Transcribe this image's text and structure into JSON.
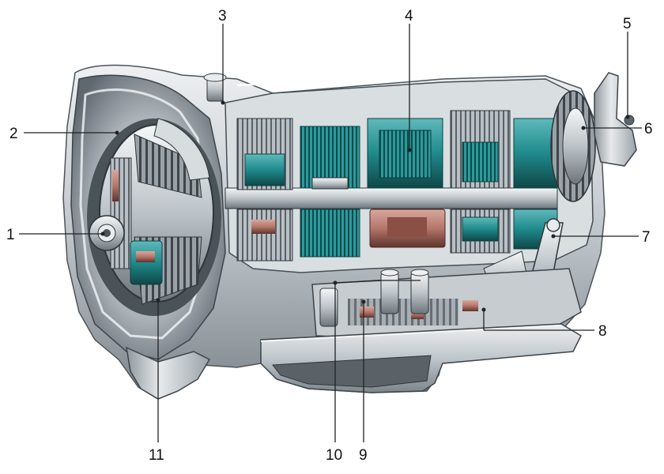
{
  "diagram": {
    "subject": "transmission-cutaway",
    "callouts": [
      {
        "id": "c1",
        "label": "1"
      },
      {
        "id": "c2",
        "label": "2"
      },
      {
        "id": "c3",
        "label": "3"
      },
      {
        "id": "c4",
        "label": "4"
      },
      {
        "id": "c5",
        "label": "5"
      },
      {
        "id": "c6",
        "label": "6"
      },
      {
        "id": "c7",
        "label": "7"
      },
      {
        "id": "c8",
        "label": "8"
      },
      {
        "id": "c9",
        "label": "9"
      },
      {
        "id": "c10",
        "label": "10"
      },
      {
        "id": "c11",
        "label": "11"
      }
    ]
  },
  "colors": {
    "casing_light": "#dfe3e6",
    "casing_mid": "#a9b1b7",
    "casing_dark": "#5d666c",
    "teal": "#1f8a8c",
    "teal_dark": "#14585a",
    "copper": "#b5766a",
    "copper_dark": "#6f3f37",
    "steel": "#c9ced2"
  }
}
